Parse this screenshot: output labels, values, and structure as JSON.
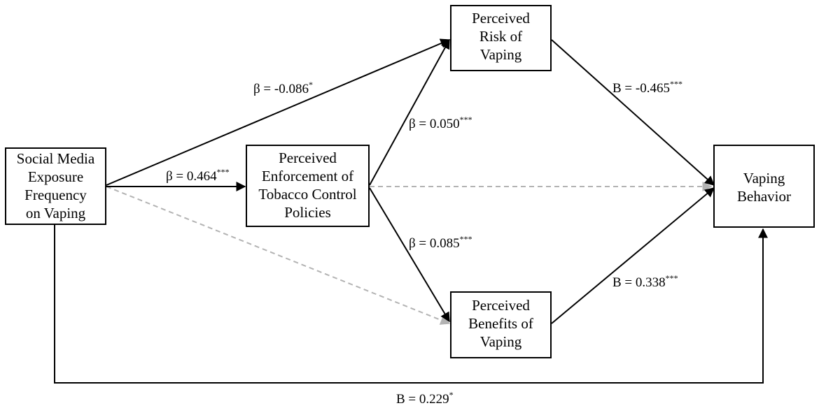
{
  "nodes": {
    "social_media": {
      "lines": [
        "Social Media",
        "Exposure",
        "Frequency",
        "on Vaping"
      ]
    },
    "enforcement": {
      "lines": [
        "Perceived",
        "Enforcement of",
        "Tobacco Control",
        "Policies"
      ]
    },
    "risk": {
      "lines": [
        "Perceived",
        "Risk of",
        "Vaping"
      ]
    },
    "benefits": {
      "lines": [
        "Perceived",
        "Benefits of",
        "Vaping"
      ]
    },
    "behavior": {
      "lines": [
        "Vaping",
        "Behavior"
      ]
    }
  },
  "paths": {
    "sm_to_risk": {
      "coef": "β = -0.086",
      "sig": "*"
    },
    "sm_to_enforcement": {
      "coef": "β = 0.464",
      "sig": "***"
    },
    "enforcement_to_risk": {
      "coef": "β = 0.050",
      "sig": "***"
    },
    "enforcement_to_benefits": {
      "coef": "β = 0.085",
      "sig": "***"
    },
    "risk_to_behavior": {
      "coef": "B = -0.465",
      "sig": "***"
    },
    "benefits_to_behavior": {
      "coef": "B = 0.338",
      "sig": "***"
    },
    "sm_to_behavior": {
      "coef": "B = 0.229",
      "sig": "*"
    }
  },
  "colors": {
    "line": "#000000",
    "nonsignificant_dashed": "#b3b3b3",
    "background": "#ffffff"
  }
}
